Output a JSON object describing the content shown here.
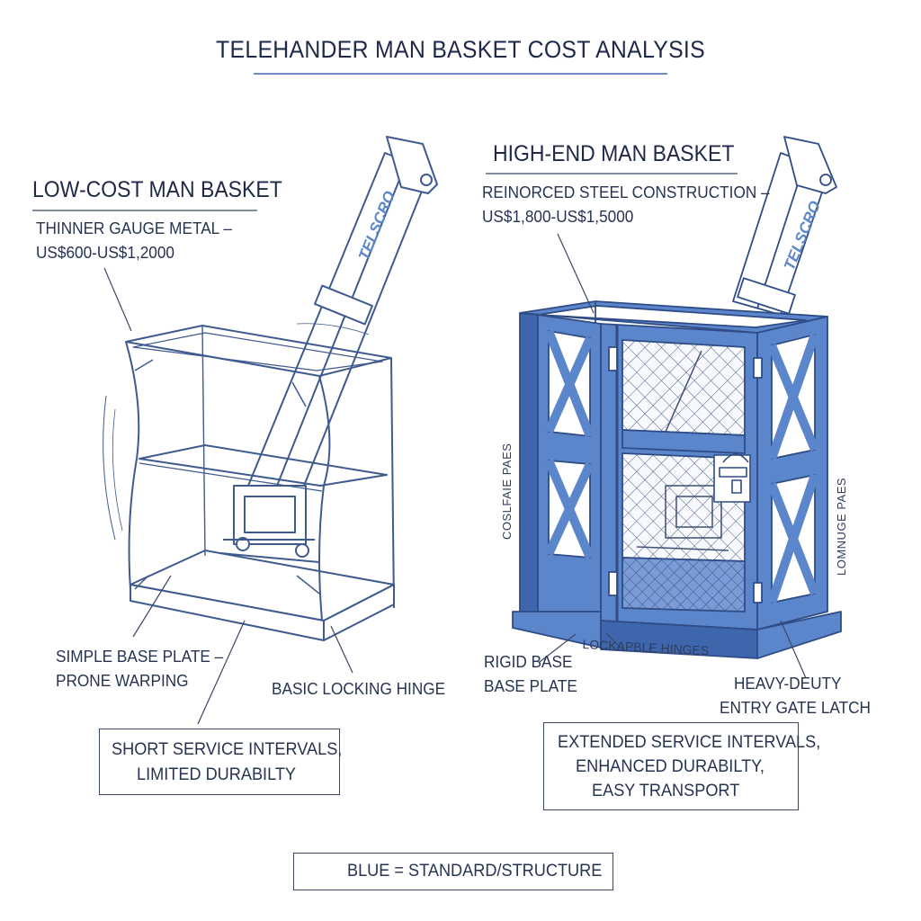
{
  "title": "TELEHANDER MAN BASKET COST ANALYSIS",
  "low_cost": {
    "heading": "LOW-COST MAN BASKET",
    "desc_line1": "THINNER GAUGE METAL –",
    "desc_line2": "US$600-US$1,2000",
    "boom_label": "TELSCRO",
    "callout_base_line1": "SIMPLE BASE PLATE –",
    "callout_base_line2": "PRONE WARPING",
    "callout_hinge": "BASIC LOCKING HINGE",
    "summary_line1": "SHORT SERVICE INTERVALS,",
    "summary_line2": "LIMITED DURABILTY"
  },
  "high_end": {
    "heading": "HIGH-END MAN BASKET",
    "desc_line1": "REINORCED STEEL CONSTRUCTION –",
    "desc_line2": "US$1,800-US$1,5000",
    "boom_label": "TELSCRO",
    "side_left": "COSLFAIE PAES",
    "side_right": "LOMNUGE PAES",
    "callout_hinges": "LOCKAPBLE HINGES",
    "callout_base_line1": "RIGID BASE",
    "callout_base_line2": "BASE PLATE",
    "callout_latch_line1": "HEAVY-DEUTY",
    "callout_latch_line2": "ENTRY GATE LATCH",
    "summary_line1": "EXTENDED SERVICE INTERVALS,",
    "summary_line2": "ENHANCED DURABILTY,",
    "summary_line3": "EASY TRANSPORT"
  },
  "legend": {
    "label": "BLUE = STANDARD/STRUCTURE",
    "swatch_color": "#5b86cc"
  },
  "colors": {
    "line": "#3f5a8f",
    "blue_fill": "#5b86cc",
    "blue_dark": "#3e66ad",
    "text": "#1d2947"
  }
}
